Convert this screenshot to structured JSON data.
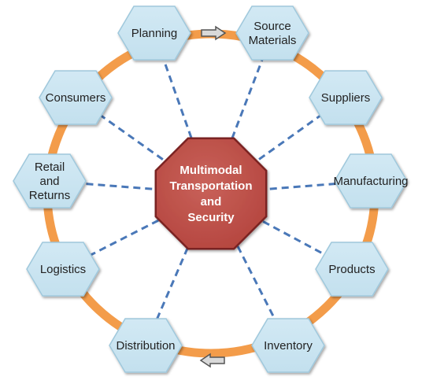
{
  "diagram": {
    "center": {
      "lines": [
        "Multimodal",
        "Transportation",
        "and",
        "Security"
      ]
    },
    "nodes": [
      {
        "id": "planning",
        "lines": [
          "Planning"
        ]
      },
      {
        "id": "source-materials",
        "lines": [
          "Source",
          "Materials"
        ]
      },
      {
        "id": "suppliers",
        "lines": [
          "Suppliers"
        ]
      },
      {
        "id": "manufacturing",
        "lines": [
          "Manufacturing"
        ]
      },
      {
        "id": "products",
        "lines": [
          "Products"
        ]
      },
      {
        "id": "inventory",
        "lines": [
          "Inventory"
        ]
      },
      {
        "id": "distribution",
        "lines": [
          "Distribution"
        ]
      },
      {
        "id": "logistics",
        "lines": [
          "Logistics"
        ]
      },
      {
        "id": "retail-and-returns",
        "lines": [
          "Retail",
          "and",
          "Returns"
        ]
      },
      {
        "id": "consumers",
        "lines": [
          "Consumers"
        ]
      }
    ],
    "arrows": [
      {
        "from": "planning",
        "to": "source-materials",
        "direction": "right"
      },
      {
        "from": "inventory",
        "to": "distribution",
        "direction": "left"
      }
    ],
    "colors": {
      "ring": "#F39C4A",
      "hex_fill": "#C3E0EE",
      "hex_stroke": "#9FC8DC",
      "center_fill": "#B5463F",
      "center_stroke": "#7A2420",
      "dash": "#4A78B8",
      "arrow_fill": "#D9D9D9",
      "arrow_stroke": "#555555"
    }
  }
}
